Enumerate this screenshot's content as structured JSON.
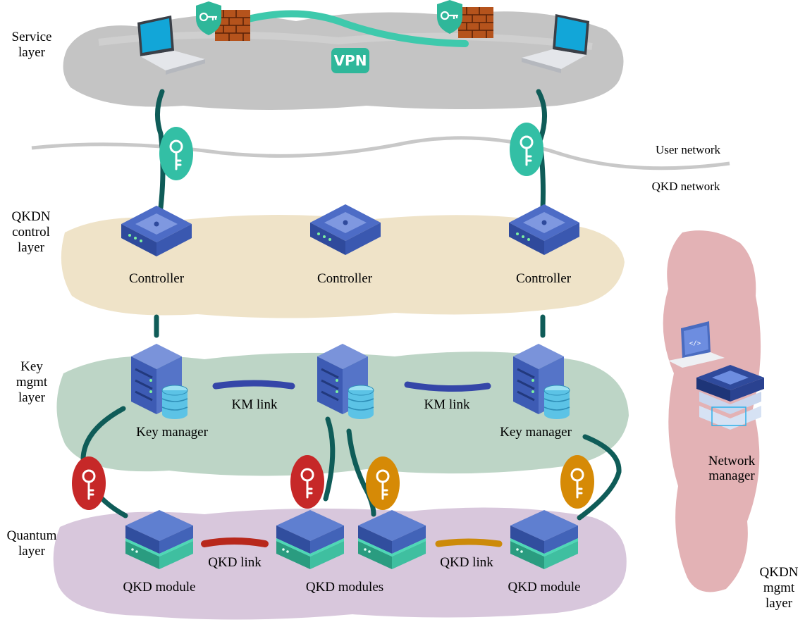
{
  "layers": {
    "service": [
      "Service",
      "layer"
    ],
    "control": [
      "QKDN",
      "control",
      "layer"
    ],
    "key_mgmt": [
      "Key",
      "mgmt",
      "layer"
    ],
    "quantum": [
      "Quantum",
      "layer"
    ],
    "mgmt": [
      "QKDN",
      "mgmt",
      "layer"
    ]
  },
  "networks": {
    "user": "User network",
    "qkd": "QKD network"
  },
  "service": {
    "vpn": "VPN"
  },
  "controllers": [
    "Controller",
    "Controller",
    "Controller"
  ],
  "key_managers": {
    "left": "Key manager",
    "right": "Key manager"
  },
  "km_links": [
    "KM link",
    "KM link"
  ],
  "qkd_modules": {
    "left": "QKD module",
    "center": "QKD modules",
    "right": "QKD module"
  },
  "qkd_links": [
    "QKD link",
    "QKD link"
  ],
  "network_manager": [
    "Network",
    "manager"
  ],
  "colors": {
    "service_band": "#c4c4c4",
    "control_band": "#efe3c8",
    "km_band": "#bdd5c6",
    "quantum_band": "#d8c7dc",
    "mgmt_band": "#e3b2b5",
    "link_teal": "#0f5c58",
    "key_teal": "#33bfa5",
    "key_red": "#c62828",
    "key_gold": "#d68a06",
    "km_link": "#3546a8",
    "qkd_link_red": "#b8281c",
    "qkd_link_gold": "#cc8a0a",
    "device_blue": "#4a6cc0",
    "device_teal": "#3fbfa0"
  }
}
